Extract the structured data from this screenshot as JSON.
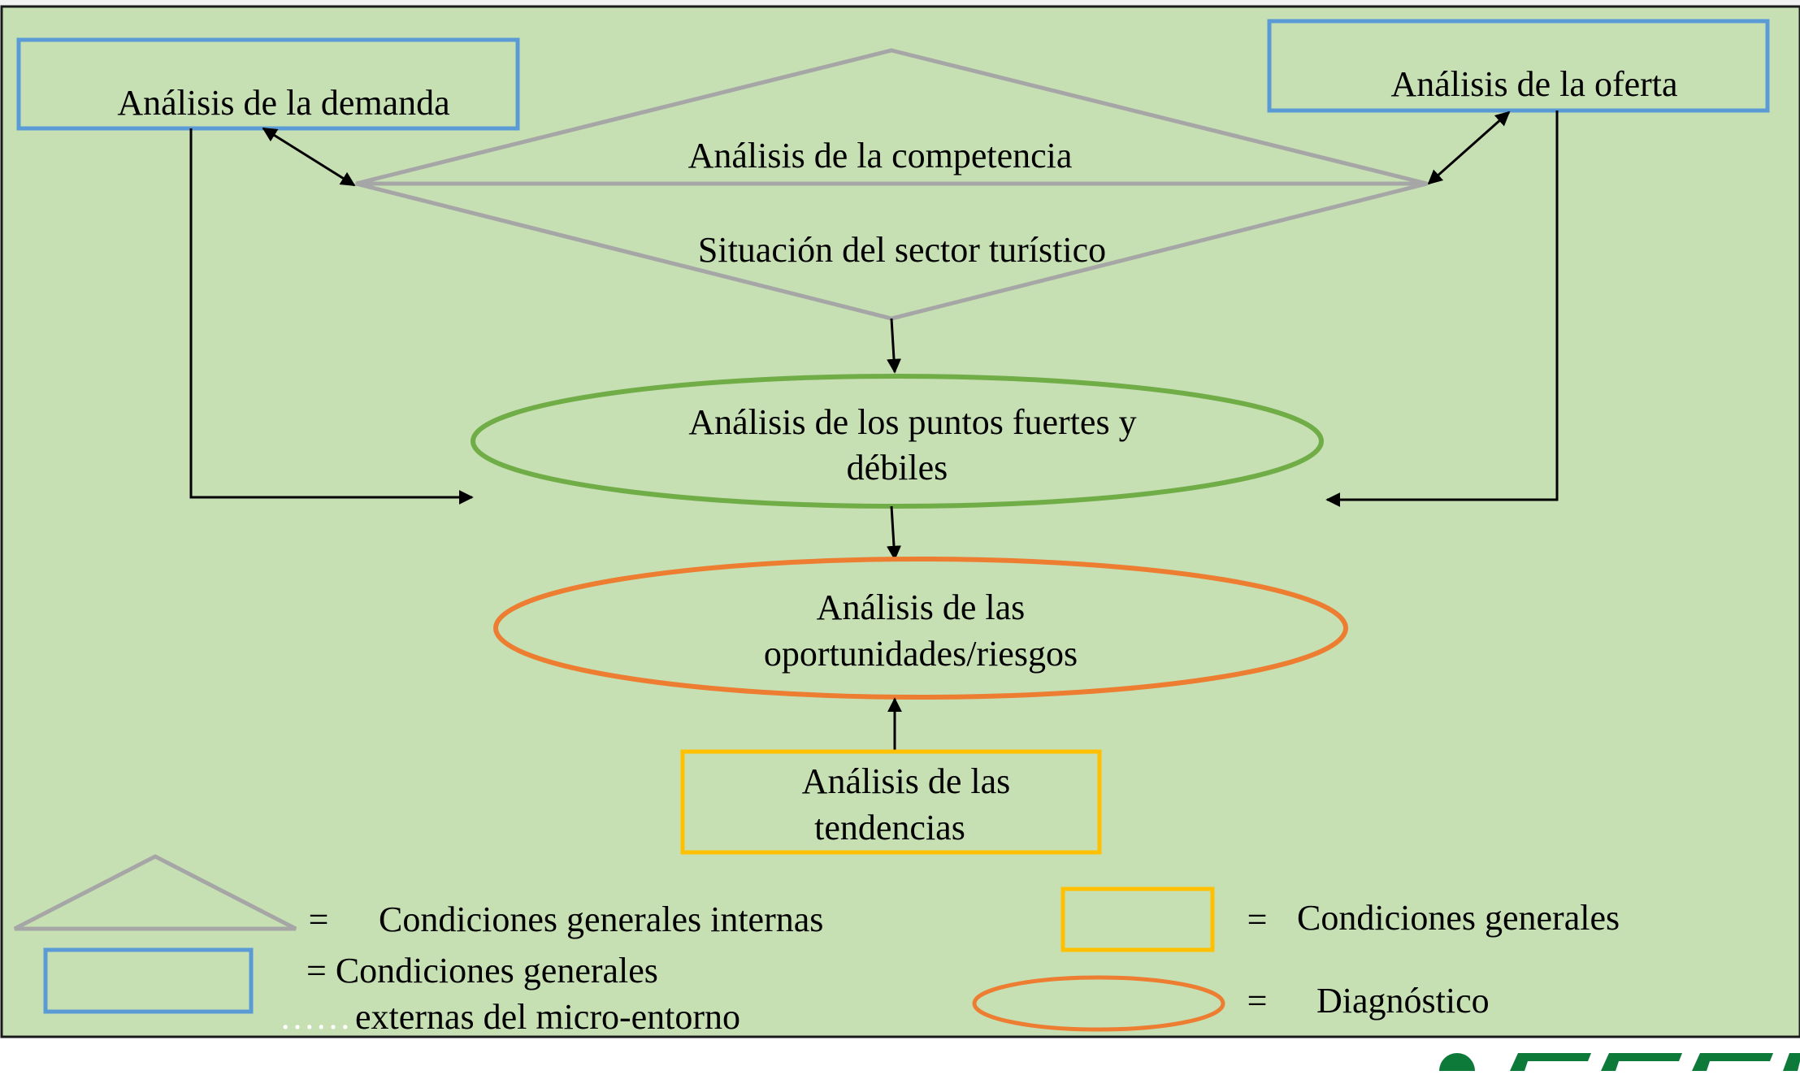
{
  "colors": {
    "panel_bg": "#c6e0b4",
    "panel_border": "#1a1a1a",
    "gray_shape": "#a6a6a6",
    "blue_box": "#5b9bd5",
    "green_ellipse": "#70ad47",
    "orange_ellipse": "#ed7d31",
    "yellow_box": "#ffc000",
    "connector": "#000000",
    "logo_green": "#0e7a3a"
  },
  "nodes": {
    "demand": "Análisis de la demanda",
    "offer": "Análisis de la oferta",
    "competition": "Análisis de la competencia",
    "sector": "Situación del sector turístico",
    "strengths_line1": "Análisis de los puntos fuertes y",
    "strengths_line2": "débiles",
    "opportunities_line1": "Análisis de las",
    "opportunities_line2": "oportunidades/riesgos",
    "trends_line1": "Análisis de las",
    "trends_line2": "tendencias"
  },
  "legend": {
    "triangle_eq": "=",
    "triangle_text": "Condiciones generales internas",
    "blue_text": "= Condiciones generales",
    "blue_dots": "……",
    "blue_text2": "externas del micro-entorno",
    "yellow_eq": "=",
    "yellow_text": "Condiciones generales",
    "orange_eq": "=",
    "orange_text": "Diagnóstico"
  }
}
